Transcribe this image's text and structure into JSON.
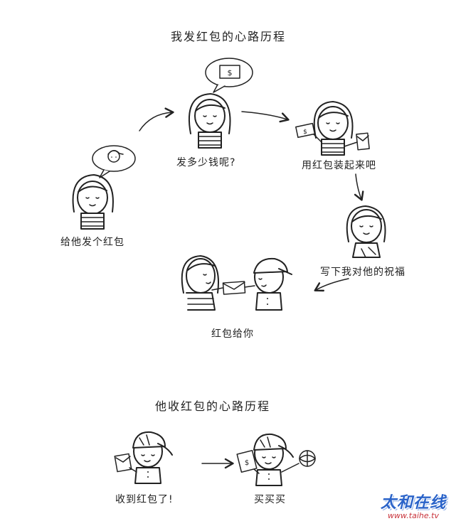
{
  "sender_section": {
    "title": "我发红包的心路历程",
    "steps": [
      {
        "id": "give",
        "label": "给他发个红包"
      },
      {
        "id": "how_much",
        "label": "发多少钱呢?"
      },
      {
        "id": "wrap",
        "label": "用红包装起来吧"
      },
      {
        "id": "bless",
        "label": "写下我对他的祝福"
      },
      {
        "id": "hand",
        "label": "红包给你"
      }
    ]
  },
  "receiver_section": {
    "title": "他收红包的心路历程",
    "steps": [
      {
        "id": "receive",
        "label": "收到红包了!"
      },
      {
        "id": "buy",
        "label": "买买买"
      }
    ]
  },
  "icons": {
    "bill_symbol": "$"
  },
  "watermark": {
    "main": "太和在线",
    "sub": "www.taihe.tv"
  }
}
